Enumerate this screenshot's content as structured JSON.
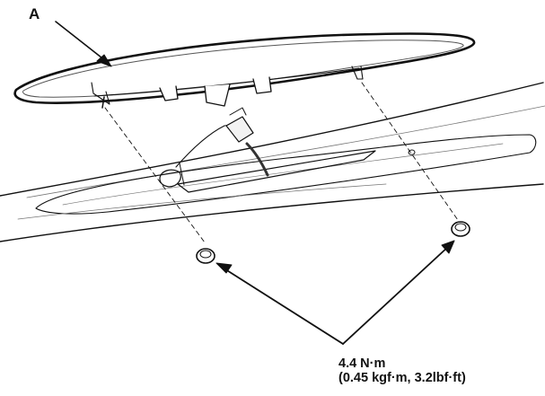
{
  "labels": {
    "callout_a": "A",
    "torque_primary": "4.4 N·m",
    "torque_secondary": "(0.45 kgf·m, 3.2lbf·ft)"
  },
  "colors": {
    "line": "#111111",
    "light_line": "#777777",
    "fill_light": "#f2f2f2",
    "background": "#ffffff"
  }
}
